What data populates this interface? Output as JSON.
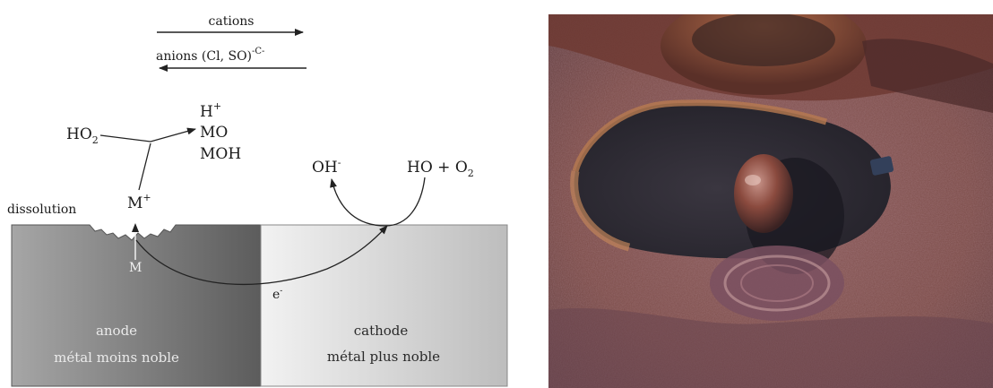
{
  "diagram": {
    "cations_label": "cations",
    "anions_main": "anions (Cl, SO)",
    "anions_sup": "-C-",
    "h_plus": "H",
    "h_plus_sup": "+",
    "mo_label": "MO",
    "moh_label": "MOH",
    "ho2_label": "HO",
    "ho2_sub": "2",
    "m_plus": "M",
    "m_plus_sup": "+",
    "dissolution_label": "dissolution",
    "m_label": "M",
    "oh_label": "OH",
    "oh_sup": "-",
    "ho_o2_main": "HO + O",
    "ho_o2_sub": "2",
    "electron_label": "e",
    "electron_sup": "-",
    "anode_title": "anode",
    "anode_sub": "métal moins noble",
    "cathode_title": "cathode",
    "cathode_sub": "métal plus noble",
    "colors": {
      "anode_dark": "#5a5a5a",
      "anode_light": "#a8a8a8",
      "cathode_light": "#eeeeee",
      "cathode_dark": "#bcbcbc"
    }
  },
  "photo": {
    "subject": "corroded metal surface with pitting",
    "colors": {
      "rust": "#8e4a3c",
      "dark_pit": "#2c2a33",
      "purple_haze": "#7a6a80"
    }
  }
}
